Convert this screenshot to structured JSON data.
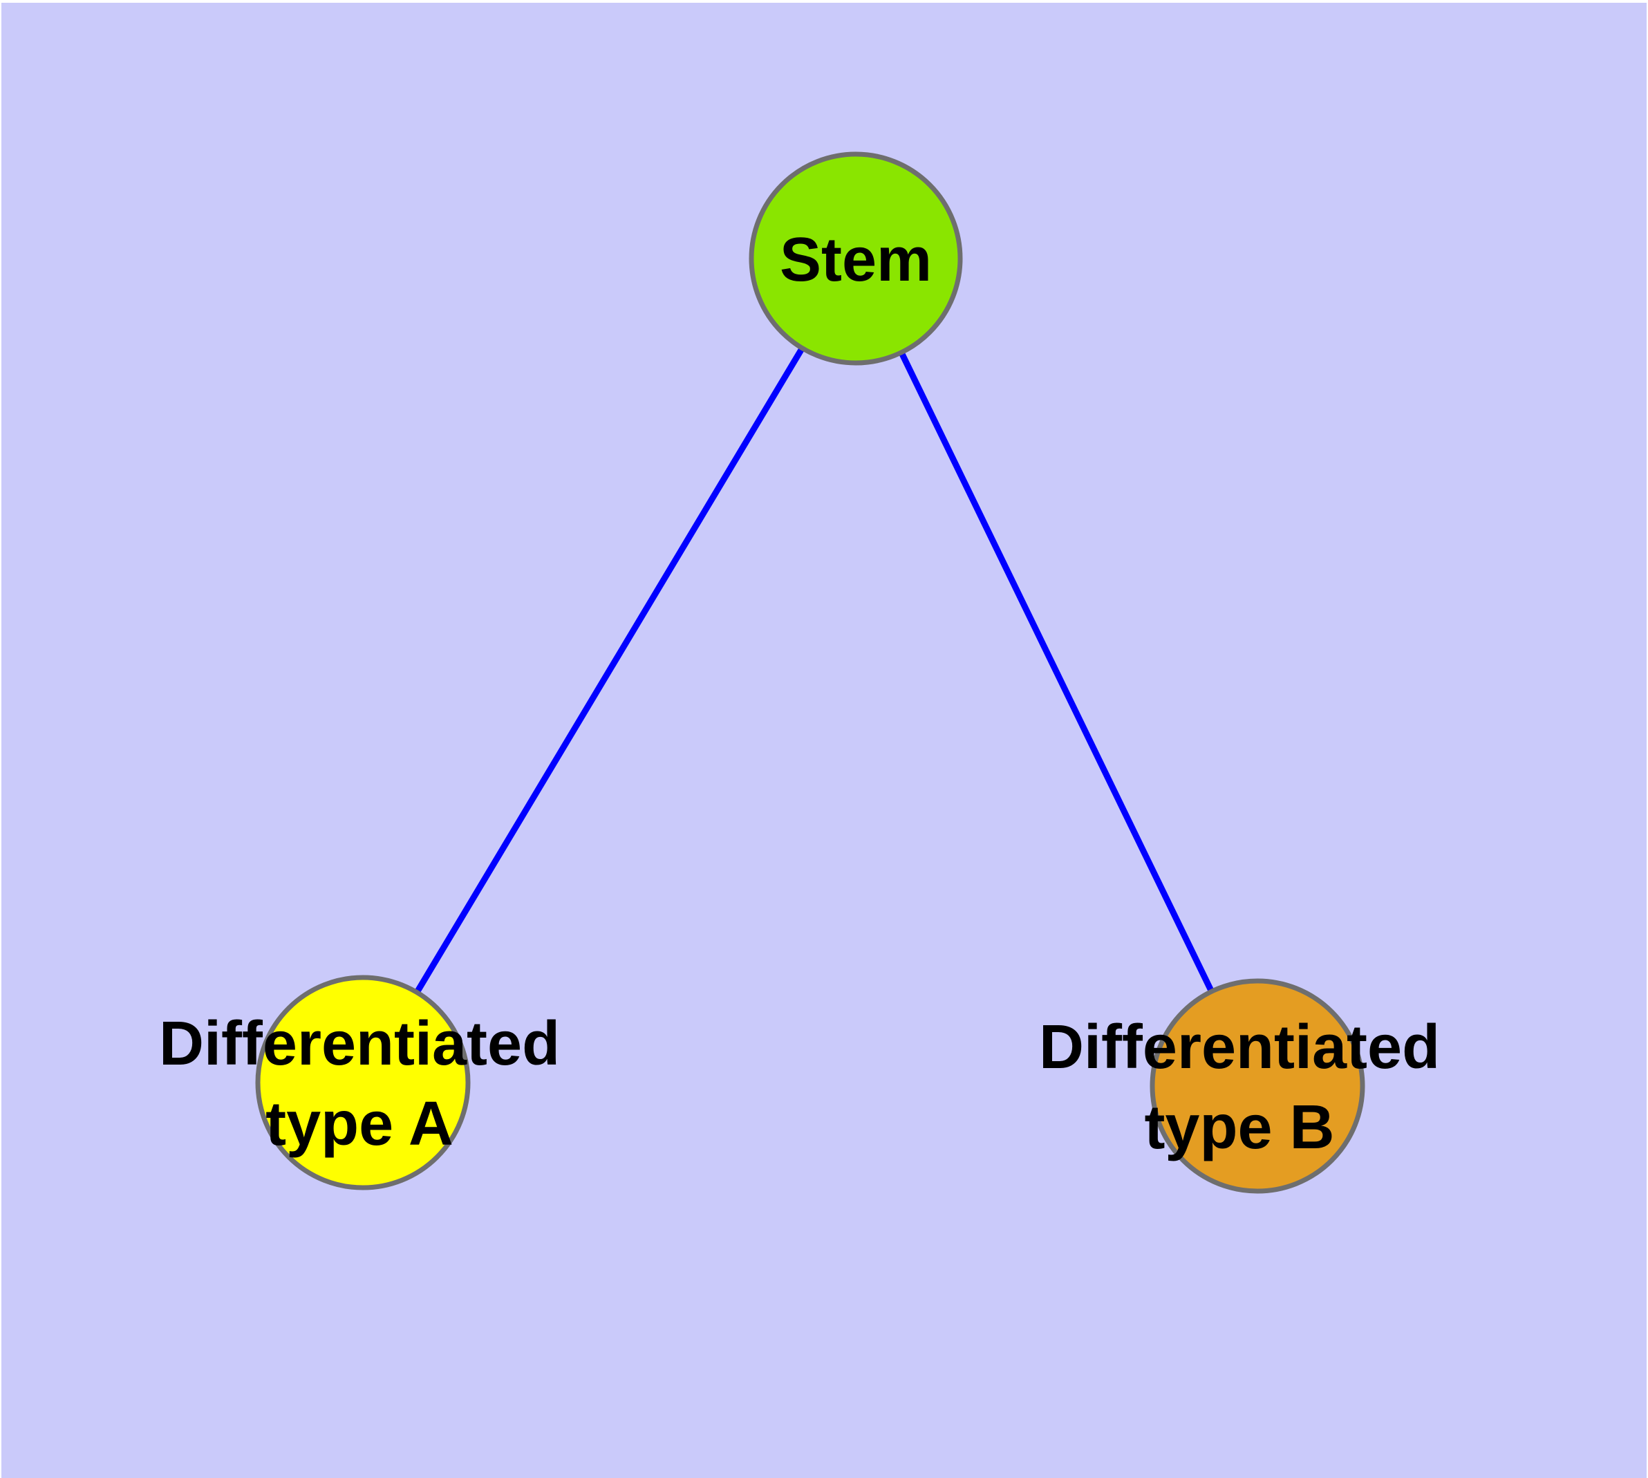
{
  "figure": {
    "type": "network-diagram",
    "background_color": "#CACAFA",
    "page_border_color": "#FFFFFF",
    "edge_color": "#0000FF",
    "node_border_color": "#6E6E6E",
    "label_color": "#000000",
    "nodes": {
      "stem": {
        "label": "Stem",
        "color": "#8AE500"
      },
      "type_a": {
        "label": "Differentiated type A",
        "label_line1": "Differentiated",
        "label_line2": "type A",
        "color": "#FFFF00"
      },
      "type_b": {
        "label": "Differentiated type B",
        "label_line1": "Differentiated",
        "label_line2": "type B",
        "color": "#E49D22"
      }
    },
    "edges": [
      {
        "from": "Stem",
        "to": "Differentiated type A"
      },
      {
        "from": "Stem",
        "to": "Differentiated type B"
      }
    ]
  }
}
